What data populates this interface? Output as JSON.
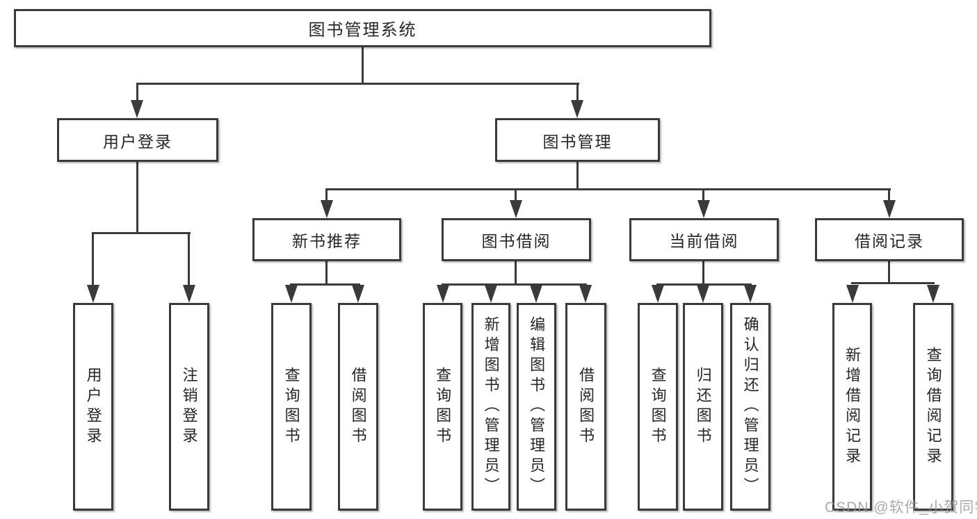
{
  "colors": {
    "line": "#3a3a3a",
    "text": "#262626",
    "box_background": "#ffffff",
    "watermark": "#949494"
  },
  "tree": {
    "label": "图书管理系统",
    "children": [
      {
        "label": "用户登录",
        "children": [
          {
            "label": "用户登录"
          },
          {
            "label": "注销登录"
          }
        ]
      },
      {
        "label": "图书管理",
        "children": [
          {
            "label": "新书推荐",
            "children": [
              {
                "label": "查询图书"
              },
              {
                "label": "借阅图书"
              }
            ]
          },
          {
            "label": "图书借阅",
            "children": [
              {
                "label": "查询图书"
              },
              {
                "label": "新增图书（管理员）"
              },
              {
                "label": "编辑图书（管理员）"
              },
              {
                "label": "借阅图书"
              }
            ]
          },
          {
            "label": "当前借阅",
            "children": [
              {
                "label": "查询图书"
              },
              {
                "label": "归还图书"
              },
              {
                "label": "确认归还（管理员）"
              }
            ]
          },
          {
            "label": "借阅记录",
            "children": [
              {
                "label": "新增借阅记录"
              },
              {
                "label": "查询借阅记录"
              }
            ]
          }
        ]
      }
    ]
  },
  "watermark": {
    "text": "CSDN @软件_小贺同学"
  }
}
